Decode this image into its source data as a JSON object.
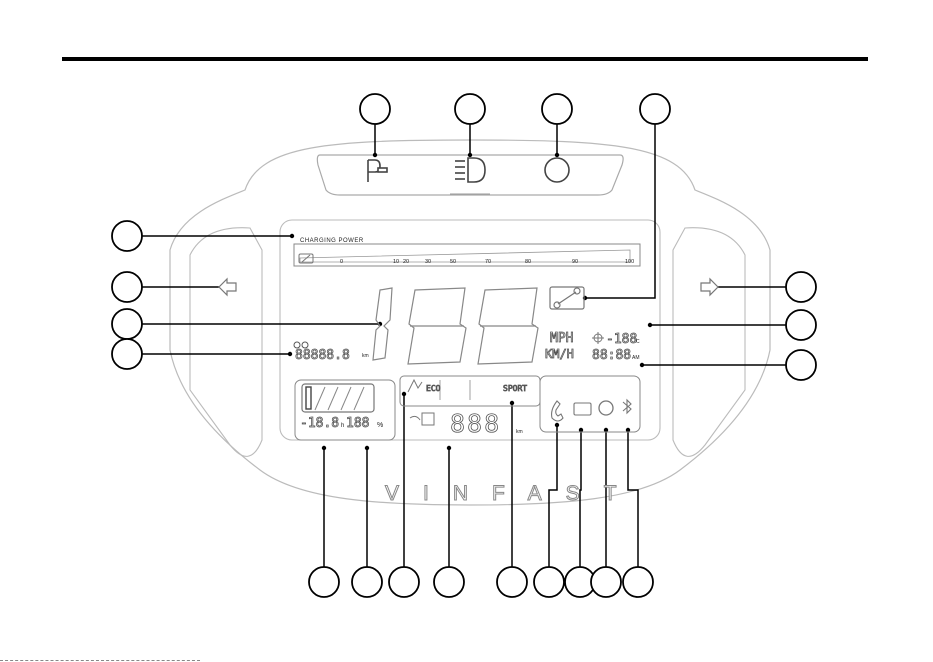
{
  "gauge": {
    "title": "CHARGING POWER",
    "ticks": [
      "0",
      "10",
      "20",
      "30",
      "50",
      "70",
      "80",
      "90",
      "100"
    ]
  },
  "odometer": {
    "value": "88888.8",
    "unit": "km"
  },
  "units": {
    "mph": "MPH",
    "kmh": "KM/H"
  },
  "temperature": {
    "value": "-188",
    "unit": "°C"
  },
  "clock": {
    "value": "88:88",
    "unit": "AM"
  },
  "battery": {
    "range_value": "-18.8",
    "range_unit": "h",
    "percent_value": "188",
    "percent_unit": "%"
  },
  "modes": {
    "eco": "ECO",
    "sport": "SPORT"
  },
  "trip": {
    "value": "888",
    "unit": "km"
  },
  "brand": {
    "name": "VINFAST"
  },
  "icons": {
    "parking_light": "parking-light-icon",
    "headlight": "headlight-icon",
    "warning_lamp": "warning-lamp-icon",
    "wrench": "wrench-icon",
    "left_turn": "left-turn-arrow-icon",
    "right_turn": "right-turn-arrow-icon",
    "thermometer": "thermometer-icon",
    "phone": "phone-icon",
    "sms": "sms-icon",
    "motor_fault": "motor-fault-icon",
    "bluetooth": "bluetooth-icon",
    "charging_plug": "charging-plug-icon"
  }
}
